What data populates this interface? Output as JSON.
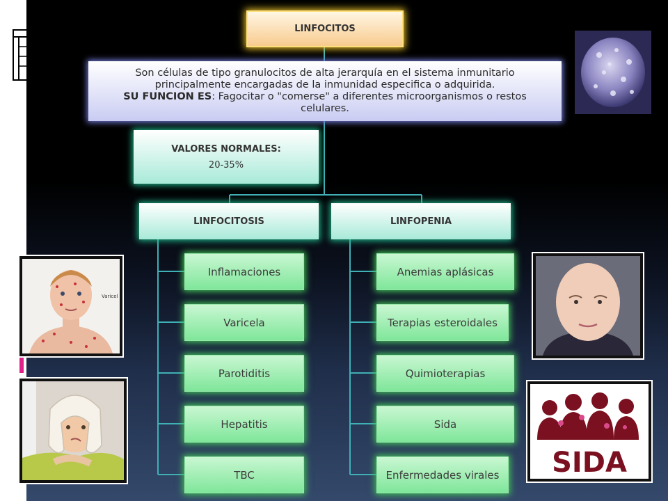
{
  "diagram": {
    "title": "LINFOCITOS",
    "description": {
      "line1": "Son células  de tipo granulocitos de alta jerarquía en el sistema inmunitario principalmente encargadas de la inmunidad especifica o adquirida.",
      "function_label": "SU FUNCION ES",
      "function_text": ": Fagocitar o \"comerse\" a diferentes microorganismos o restos celulares."
    },
    "normal_values": {
      "label": "VALORES NORMALES:",
      "value": "20-35%"
    },
    "branches": [
      {
        "label": "LINFOCITOSIS",
        "items": [
          "Inflamaciones",
          "Varicela",
          "Parotiditis",
          "Hepatitis",
          "TBC"
        ]
      },
      {
        "label": "LINFOPENIA",
        "items": [
          "Anemias aplásicas",
          "Terapias esteroidales",
          "Quimioterapias",
          "Sida",
          "Enfermedades  virales"
        ]
      }
    ]
  },
  "images": {
    "varicela_photo_caption": "Varicel",
    "sida_logo_text": "SIDA"
  },
  "colors": {
    "title_box": "#f8cb8e",
    "description_box": "#c9ccf2",
    "teal_box": "#a8ead8",
    "leaf_box": "#7fe69a",
    "connector": "#3fb0b6",
    "sida_maroon": "#7a1020"
  }
}
